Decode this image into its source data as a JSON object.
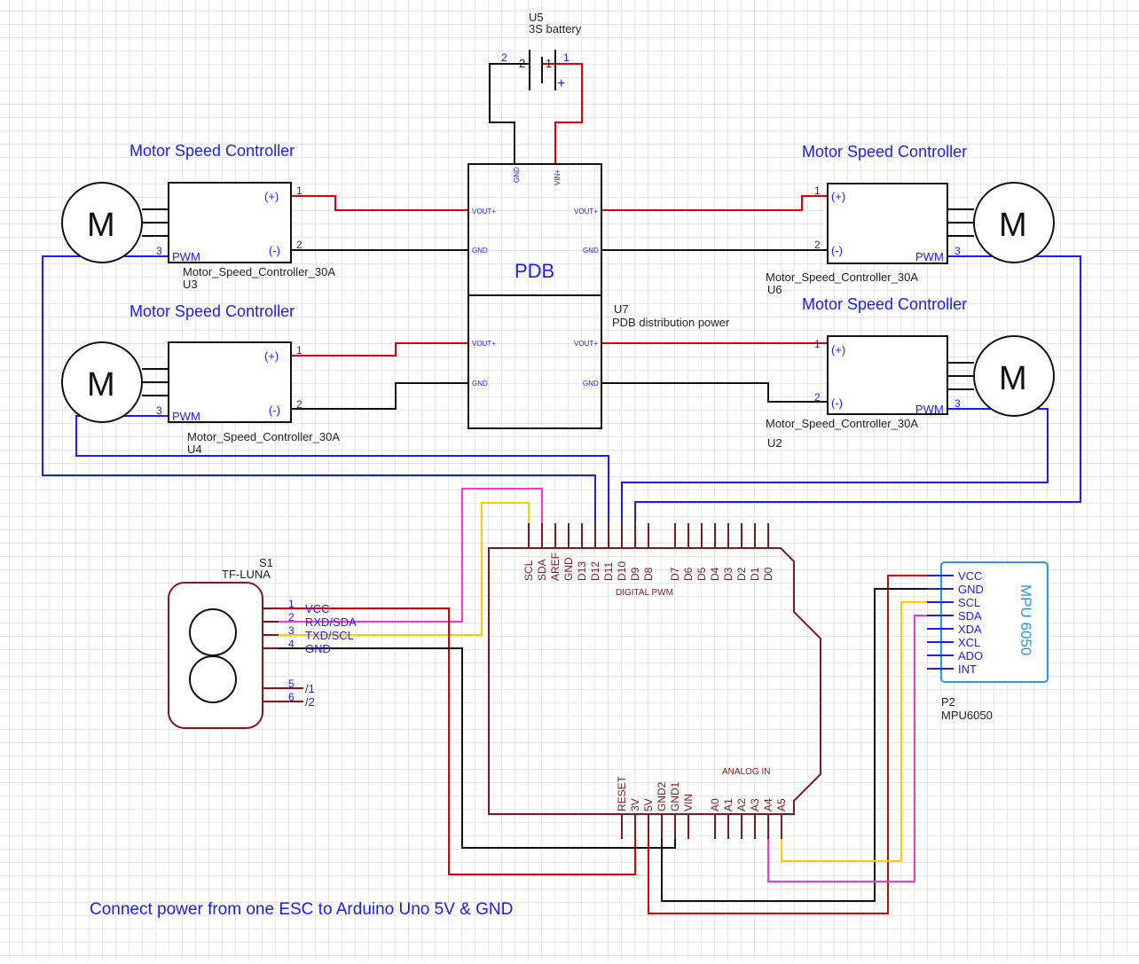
{
  "battery": {
    "ref": "U5",
    "name": "3S battery",
    "pin_left": "2",
    "pin_right": "1",
    "inner_left": "2",
    "inner_right": "1",
    "plus": "+"
  },
  "pdb": {
    "label": "PDB",
    "ref": "U7",
    "name": "PDB distribution power",
    "pin_gnd_top": "GND",
    "pin_vin_top": "VIN+",
    "vout": "VOUT+",
    "gnd": "GND"
  },
  "esc_title": "Motor Speed Controller",
  "esc_part": "Motor_Speed_Controller_30A",
  "esc_pins": {
    "plus": "(+)",
    "minus": "(-)",
    "pwm": "PWM",
    "n1": "1",
    "n2": "2",
    "n3": "3"
  },
  "esc_refs": {
    "top_left": "U3",
    "bottom_left": "U4",
    "top_right": "U6",
    "bottom_right": "U2"
  },
  "motor_symbol": "M",
  "tfluna": {
    "ref": "S1",
    "name": "TF-LUNA",
    "pins": [
      "VCC",
      "RXD/SDA",
      "TXD/SCL",
      "GND",
      "/1",
      "/2"
    ],
    "nums": [
      "1",
      "2",
      "3",
      "4",
      "5",
      "6"
    ]
  },
  "arduino": {
    "digital_pins": [
      "SCL",
      "SDA",
      "AREF",
      "GND",
      "D13",
      "D12",
      "D11",
      "D10",
      "D9",
      "D8",
      "D7",
      "D6",
      "D5",
      "D4",
      "D3",
      "D2",
      "D1",
      "D0"
    ],
    "digital_label": "DIGITAL PWM",
    "power_pins": [
      "RESET",
      "3V",
      "5V",
      "GND2",
      "GND1",
      "VIN"
    ],
    "analog_pins": [
      "A0",
      "A1",
      "A2",
      "A3",
      "A4",
      "A5"
    ],
    "analog_label": "ANALOG IN"
  },
  "mpu": {
    "title": "MPU 6050",
    "ref": "P2",
    "name": "MPU6050",
    "pins": [
      "VCC",
      "GND",
      "SCL",
      "SDA",
      "XDA",
      "XCL",
      "ADO",
      "INT"
    ]
  },
  "note": "Connect power from one ESC to Arduino Uno 5V & GND",
  "colors": {
    "power": "#e00000",
    "ground": "#111111",
    "pwm": "#1a1aff",
    "sda": "#ff33cc",
    "scl": "#ffcc00",
    "arduino": "#7a1a1a",
    "mpu": "#2299ee"
  }
}
